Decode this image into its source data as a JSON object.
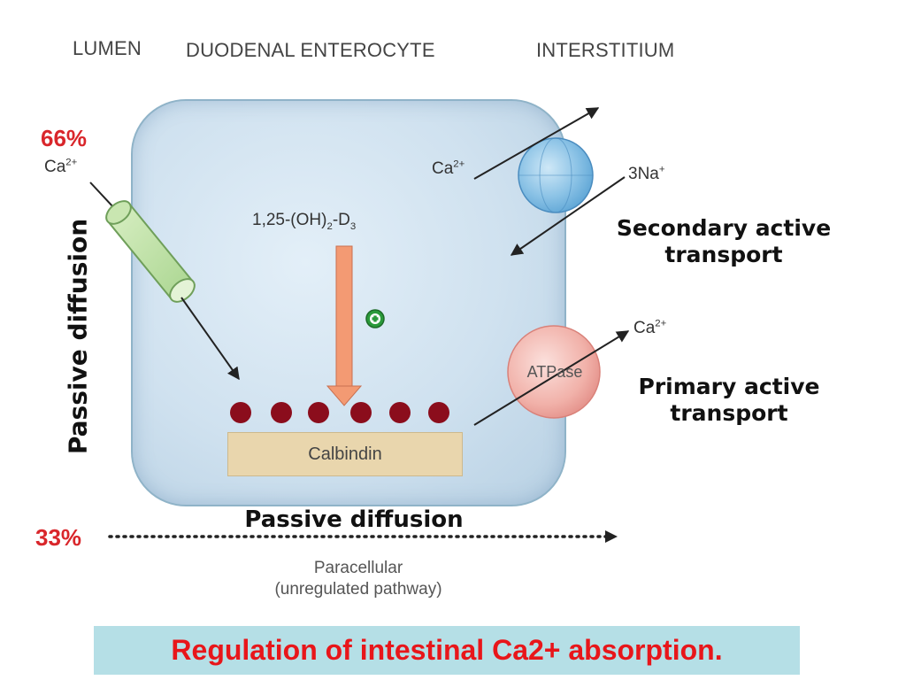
{
  "regions": {
    "lumen": "LUMEN",
    "enterocyte": "DUODENAL ENTEROCYTE",
    "interstitium": "INTERSTITIUM"
  },
  "transcellular": {
    "percent": "66%",
    "ion_base": "Ca",
    "ion_charge": "2+",
    "pathway_label": "Passive diffusion"
  },
  "paracellular": {
    "percent": "33%",
    "pathway_label": "Passive diffusion",
    "route_line1": "Paracellular",
    "route_line2": "(unregulated pathway)"
  },
  "hormone": {
    "prefix": "1,25-(OH)",
    "sub1": "2",
    "middle": "-D",
    "sub2": "3",
    "effect_symbol": "+"
  },
  "calbindin": {
    "label": "Calbindin",
    "bound_ca_count": 6
  },
  "exchanger": {
    "ca_base": "Ca",
    "ca_charge": "2+",
    "na_base": "3Na",
    "na_charge": "+",
    "label_line1": "Secondary active",
    "label_line2": "transport"
  },
  "pump": {
    "name": "ATPase",
    "ca_base": "Ca",
    "ca_charge": "2+",
    "label_line1": "Primary active",
    "label_line2": "transport"
  },
  "caption": "Regulation of intestinal Ca2+ absorption.",
  "colors": {
    "percent": "#d9262b",
    "caption_text": "#e8161a",
    "caption_bg": "#b5dfe6",
    "calcium_dot": "#8b0d1c",
    "hormone_arrow": "#f39a73",
    "plus_badge": "#2a9a3a"
  }
}
